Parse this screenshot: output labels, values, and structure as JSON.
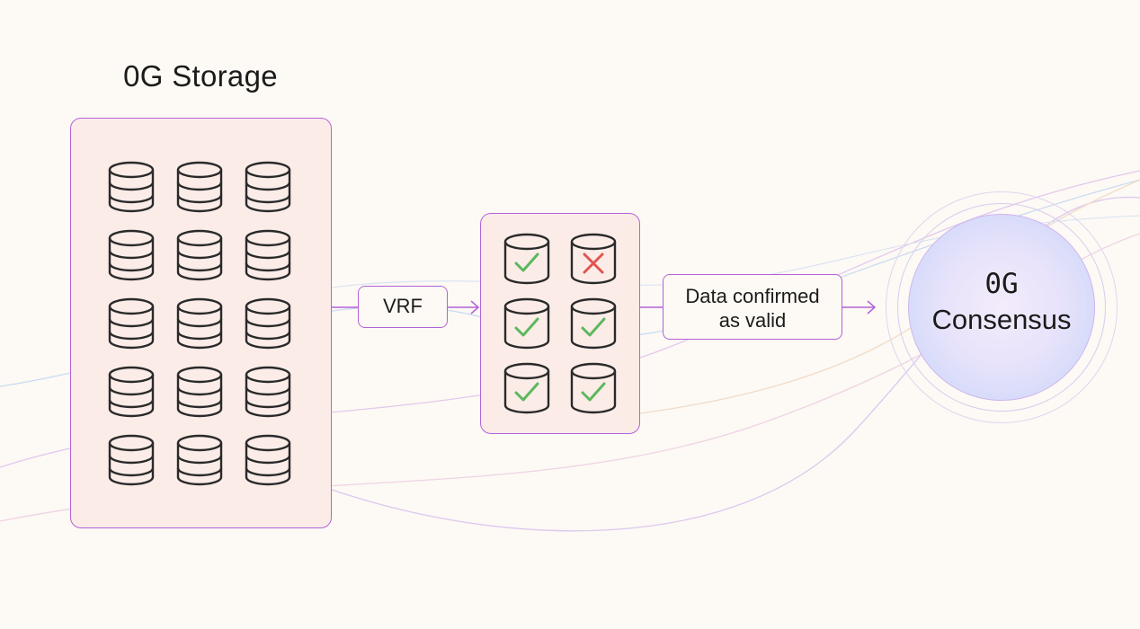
{
  "storage": {
    "title": "0G Storage",
    "rows": 5,
    "cols": 3
  },
  "vrf": {
    "label": "VRF"
  },
  "sample": {
    "nodes": [
      {
        "status": "valid"
      },
      {
        "status": "invalid"
      },
      {
        "status": "valid"
      },
      {
        "status": "valid"
      },
      {
        "status": "valid"
      },
      {
        "status": "valid"
      }
    ]
  },
  "confirm": {
    "line1": "Data confirmed",
    "line2": "as valid"
  },
  "consensus": {
    "line1": "0G",
    "line2": "Consensus"
  },
  "colors": {
    "accent": "#b363d8",
    "panel_fill": "#fbece8",
    "valid": "#5cb85c",
    "invalid": "#e0554f",
    "stroke": "#2a2a2a"
  }
}
